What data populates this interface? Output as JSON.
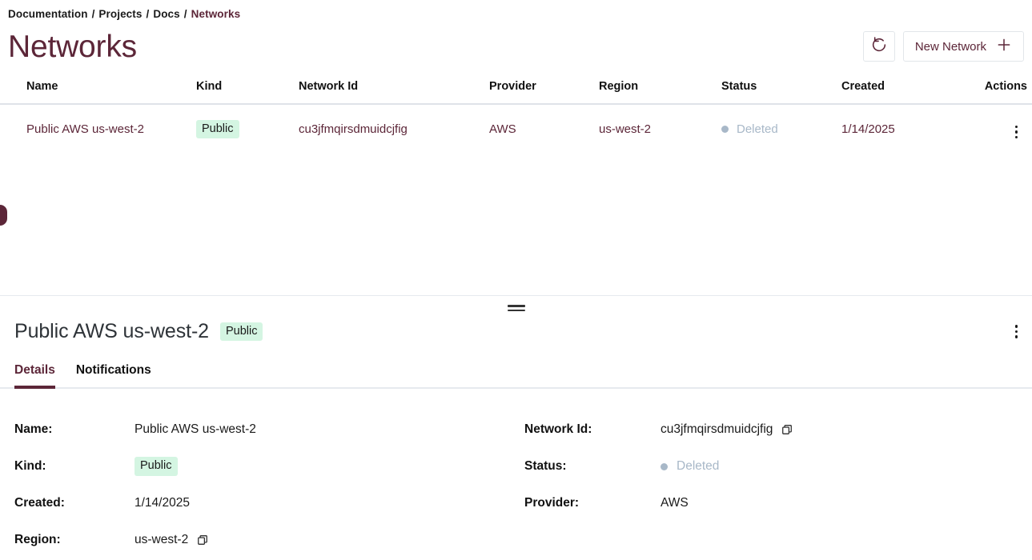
{
  "breadcrumb": {
    "items": [
      "Documentation",
      "Projects",
      "Docs",
      "Networks"
    ],
    "separator": "/"
  },
  "page": {
    "title": "Networks"
  },
  "toolbar": {
    "refresh_icon": "refresh-icon",
    "new_network_label": "New Network",
    "plus_icon": "plus-icon"
  },
  "table": {
    "columns": [
      "Name",
      "Kind",
      "Network Id",
      "Provider",
      "Region",
      "Status",
      "Created",
      "Actions"
    ],
    "rows": [
      {
        "name": "Public AWS us-west-2",
        "kind": "Public",
        "network_id": "cu3jfmqirsdmuidcjfig",
        "provider": "AWS",
        "region": "us-west-2",
        "status": "Deleted",
        "created": "1/14/2025",
        "actions_icon": "kebab-menu-icon",
        "selected": true
      }
    ]
  },
  "detail": {
    "title": "Public AWS us-west-2",
    "badge": "Public",
    "menu_icon": "kebab-menu-icon",
    "tabs": [
      {
        "label": "Details",
        "active": true
      },
      {
        "label": "Notifications",
        "active": false
      }
    ],
    "left_fields": [
      {
        "label": "Name:",
        "value": "Public AWS us-west-2"
      },
      {
        "label": "Kind:",
        "value": "Public"
      },
      {
        "label": "Created:",
        "value": "1/14/2025"
      },
      {
        "label": "Region:",
        "value": "us-west-2"
      }
    ],
    "right_fields": [
      {
        "label": "Network Id:",
        "value": "cu3jfmqirsdmuidcjfig"
      },
      {
        "label": "Status:",
        "value": "Deleted"
      },
      {
        "label": "Provider:",
        "value": "AWS"
      }
    ]
  },
  "colors": {
    "accent": "#5c2638",
    "badge_bg": "#d4f5e2",
    "status_muted": "#a8b8c8",
    "border": "#dfe3e8"
  }
}
